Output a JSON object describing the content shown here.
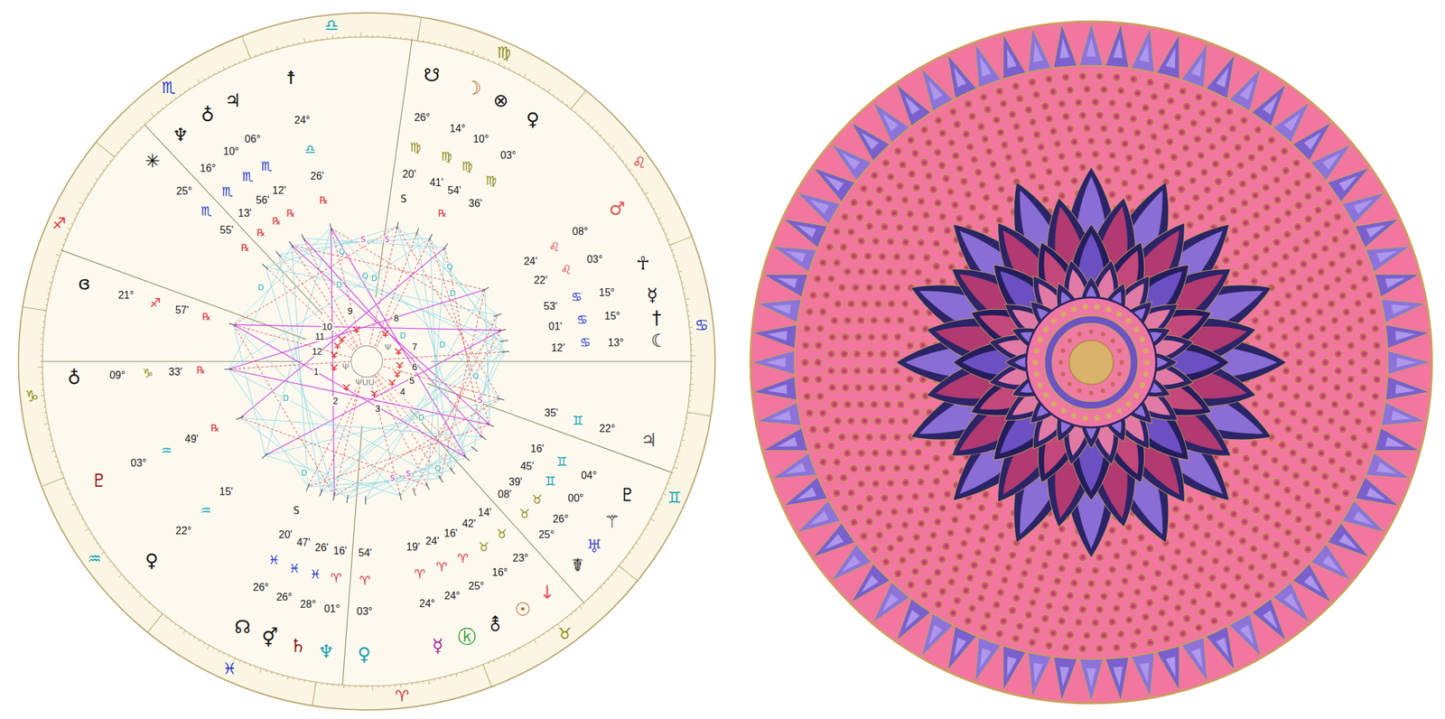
{
  "diagram": {
    "labels": [
      "♎",
      "♍",
      "♌",
      "♋",
      "♊",
      "♉",
      "♈",
      "♓",
      "♒",
      "♑",
      "♐",
      "♏",
      "☨",
      "24°",
      "♎",
      "26'",
      "℞",
      "✳",
      "25°",
      "♏",
      "55'",
      "℞",
      "♆",
      "16°",
      "♏",
      "13'",
      "℞",
      "♁",
      "10°",
      "♏",
      "56'",
      "℞",
      "♃",
      "06°",
      "♏",
      "12'",
      "℞",
      "☋",
      "26°",
      "♍",
      "20'",
      "S",
      "☽",
      "14°",
      "♍",
      "41'",
      "⊗",
      "10°",
      "♍",
      "54'",
      "℞",
      "♀",
      "03°",
      "♍",
      "36'",
      "♂",
      "08°",
      "♌",
      "24'",
      "☥",
      "03°",
      "♌",
      "22'",
      "☿",
      "15°",
      "♋",
      "53'",
      "†",
      "15°",
      "♋",
      "01'",
      "☾",
      "13°",
      "♋",
      "12'",
      "♃",
      "22°",
      "♊",
      "35'",
      "♇",
      "04°",
      "♊",
      "16'",
      "⚚",
      "00°",
      "♊",
      "45'",
      "♅",
      "26°",
      "♉",
      "39'",
      "☤",
      "25°",
      "♉",
      "08'",
      "↓",
      "23°",
      "♉",
      "14'",
      "☉",
      "16°",
      "♉",
      "42'",
      "⚨",
      "25°",
      "♈",
      "16'",
      "ⓚ",
      "24°",
      "♈",
      "24'",
      "☿",
      "24°",
      "♈",
      "19'",
      "♀",
      "03°",
      "♈",
      "54'",
      "♆",
      "01°",
      "♈",
      "16'",
      "♄",
      "28°",
      "♓",
      "26'",
      "⚥",
      "26°",
      "♓",
      "47'",
      "☊",
      "26°",
      "♓",
      "20'",
      "S",
      "♀",
      "22°",
      "♒",
      "15'",
      "♇",
      "03°",
      "♒",
      "49'",
      "℞",
      "♁",
      "09°",
      "♑",
      "33'",
      "℞",
      "ɞ",
      "21°",
      "♐",
      "57'",
      "℞",
      "1",
      "2",
      "3",
      "4",
      "5",
      "6",
      "7",
      "8",
      "9",
      "10",
      "11",
      "12",
      "Ψ",
      "ΨUU",
      "Ψ",
      "Q",
      "S",
      "S",
      "Q",
      "D",
      "D",
      "D",
      "Q",
      "D",
      "D",
      "D",
      "Q",
      "S",
      "D",
      "D",
      "S",
      "S",
      "Q",
      "D"
    ]
  }
}
